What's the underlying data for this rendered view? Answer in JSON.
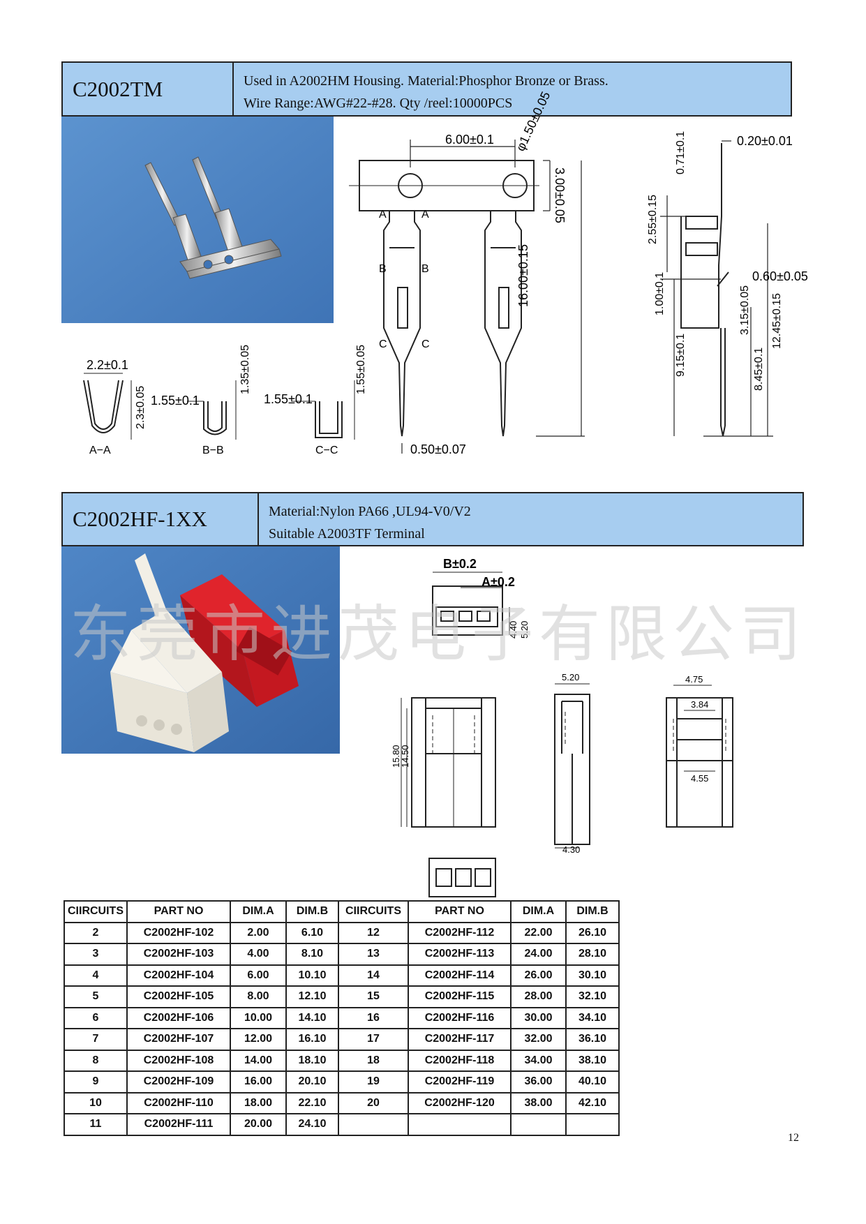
{
  "section1": {
    "code": "C2002TM",
    "desc_line1": "Used in A2002HM Housing. Material:Phosphor Bronze or Brass.",
    "desc_line2": "Wire Range:AWG#22-#28. Qty /reel:10000PCS"
  },
  "section1_drawing": {
    "dim_6": "6.00±0.1",
    "dim_dia": "φ1.50±0.05",
    "dim_3": "3.00±0.05",
    "dim_16": "16.00±0.15",
    "dim_050": "0.50±0.07",
    "dim_020": "0.20±0.01",
    "dim_071": "0.71±0.1",
    "dim_255": "2.55±0.15",
    "dim_060": "0.60±0.05",
    "dim_100": "1.00±0.1",
    "dim_315": "3.15±0.05",
    "dim_1245": "12.45±0.15",
    "dim_915": "9.15±0.1",
    "dim_845": "8.45±0.1",
    "sec_22": "2.2±0.1",
    "sec_23": "2.3±0.05",
    "sec_155a": "1.55±0.1",
    "sec_135": "1.35±0.05",
    "sec_155b": "1.55±0.1",
    "sec_155c": "1.55±0.05",
    "label_aa": "A−A",
    "label_bb": "B−B",
    "label_cc": "C−C",
    "label_a": "A",
    "label_b": "B",
    "label_c": "C"
  },
  "section2": {
    "code": "C2002HF-1XX",
    "desc_line1": "Material:Nylon PA66 ,UL94-V0/V2",
    "desc_line2": "Suitable A2003TF Terminal"
  },
  "section2_drawing": {
    "dim_b": "B±0.2",
    "dim_a": "A±0.2",
    "dim_440": "4.40",
    "dim_520v": "5.20",
    "dim_520": "5.20",
    "dim_475": "4.75",
    "dim_384": "3.84",
    "dim_455": "4.55",
    "dim_1580": "15.80",
    "dim_1450": "14.50",
    "dim_430": "4.30"
  },
  "watermark": "东莞市进茂电子有限公司",
  "table": {
    "headers": [
      "CIIRCUITS",
      "PART NO",
      "DIM.A",
      "DIM.B",
      "CIIRCUITS",
      "PART NO",
      "DIM.A",
      "DIM.B"
    ],
    "rows": [
      [
        "2",
        "C2002HF-102",
        "2.00",
        "6.10",
        "12",
        "C2002HF-112",
        "22.00",
        "26.10"
      ],
      [
        "3",
        "C2002HF-103",
        "4.00",
        "8.10",
        "13",
        "C2002HF-113",
        "24.00",
        "28.10"
      ],
      [
        "4",
        "C2002HF-104",
        "6.00",
        "10.10",
        "14",
        "C2002HF-114",
        "26.00",
        "30.10"
      ],
      [
        "5",
        "C2002HF-105",
        "8.00",
        "12.10",
        "15",
        "C2002HF-115",
        "28.00",
        "32.10"
      ],
      [
        "6",
        "C2002HF-106",
        "10.00",
        "14.10",
        "16",
        "C2002HF-116",
        "30.00",
        "34.10"
      ],
      [
        "7",
        "C2002HF-107",
        "12.00",
        "16.10",
        "17",
        "C2002HF-117",
        "32.00",
        "36.10"
      ],
      [
        "8",
        "C2002HF-108",
        "14.00",
        "18.10",
        "18",
        "C2002HF-118",
        "34.00",
        "38.10"
      ],
      [
        "9",
        "C2002HF-109",
        "16.00",
        "20.10",
        "19",
        "C2002HF-119",
        "36.00",
        "40.10"
      ],
      [
        "10",
        "C2002HF-110",
        "18.00",
        "22.10",
        "20",
        "C2002HF-120",
        "38.00",
        "42.10"
      ],
      [
        "11",
        "C2002HF-111",
        "20.00",
        "24.10",
        "",
        "",
        "",
        ""
      ]
    ]
  },
  "page_number": "12"
}
